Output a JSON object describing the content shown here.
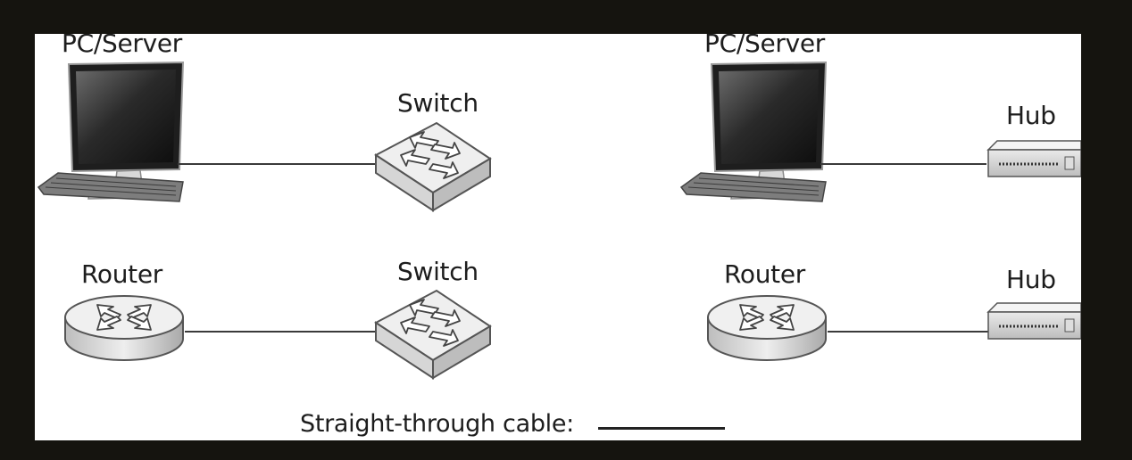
{
  "labels": {
    "pc_server_left": "PC/Server",
    "pc_server_right": "PC/Server",
    "switch_top": "Switch",
    "switch_bottom": "Switch",
    "hub_top": "Hub",
    "hub_bottom": "Hub",
    "router_left": "Router",
    "router_right": "Router"
  },
  "legend": {
    "label": "Straight-through cable:"
  },
  "connections": [
    {
      "from": "PC/Server",
      "to": "Switch",
      "cable": "Straight-through"
    },
    {
      "from": "PC/Server",
      "to": "Hub",
      "cable": "Straight-through"
    },
    {
      "from": "Router",
      "to": "Switch",
      "cable": "Straight-through"
    },
    {
      "from": "Router",
      "to": "Hub",
      "cable": "Straight-through"
    }
  ],
  "colors": {
    "background_frame": "#15140f",
    "diagram_background": "#ffffff",
    "cable": "#3a3a3a"
  }
}
